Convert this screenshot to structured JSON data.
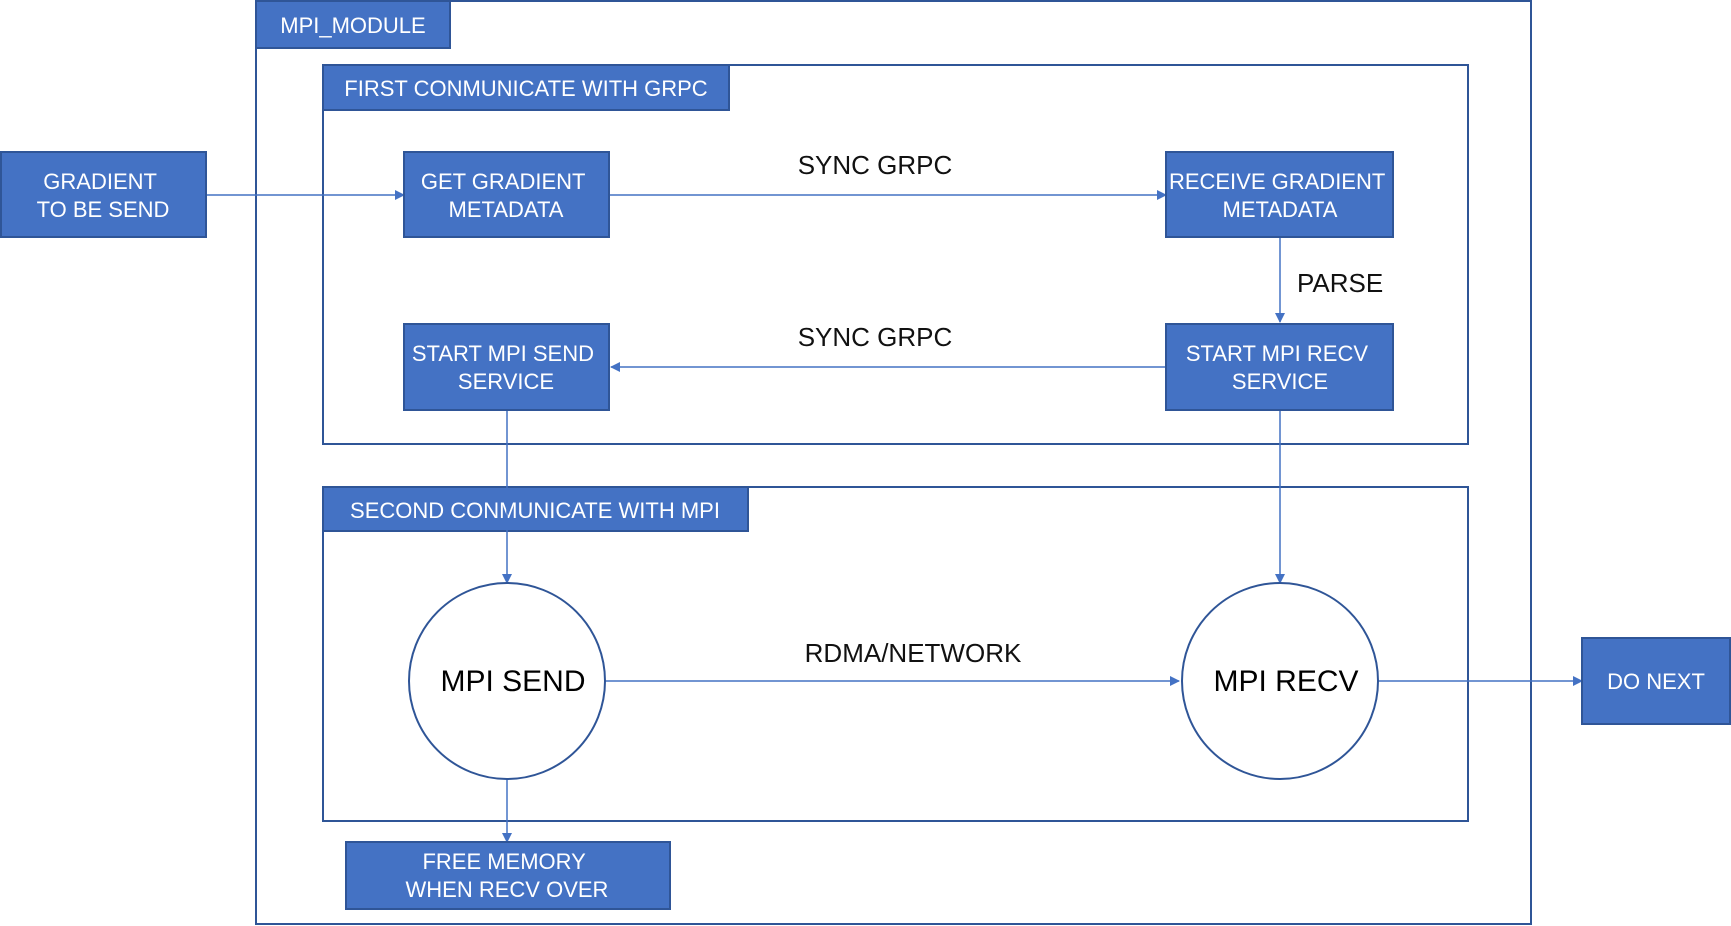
{
  "colors": {
    "box_fill": "#4472C4",
    "box_stroke": "#2F5597",
    "line": "#4472C4",
    "frame": "#2F5597"
  },
  "containers": {
    "module_title": "MPI_MODULE",
    "grpc_title": "FIRST CONMUNICATE WITH GRPC",
    "mpi_title": "SECOND CONMUNICATE WITH MPI"
  },
  "nodes": {
    "gradient_input": [
      "GRADIENT",
      "TO BE SEND"
    ],
    "get_metadata": [
      "GET GRADIENT",
      "METADATA"
    ],
    "receive_metadata": [
      "RECEIVE GRADIENT",
      "METADATA"
    ],
    "start_send_service": [
      "START MPI SEND",
      "SERVICE"
    ],
    "start_recv_service": [
      "START MPI RECV",
      "SERVICE"
    ],
    "mpi_send": "MPI SEND",
    "mpi_recv": "MPI RECV",
    "do_next": "DO NEXT",
    "free_memory": [
      "FREE MEMORY",
      "WHEN RECV OVER"
    ]
  },
  "edge_labels": {
    "sync_grpc_top": "SYNC GRPC",
    "parse": "PARSE",
    "sync_grpc_bottom": "SYNC GRPC",
    "rdma_network": "RDMA/NETWORK"
  }
}
